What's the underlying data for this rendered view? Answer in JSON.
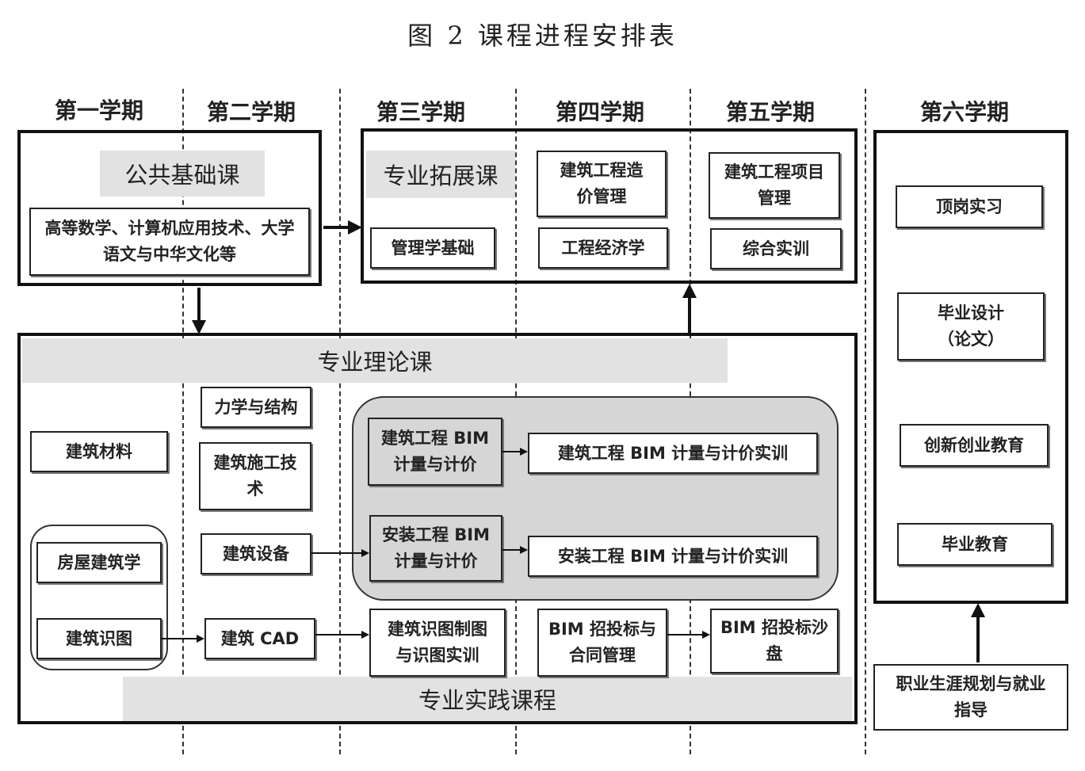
{
  "title": "图 2  课程进程安排表",
  "semesters": [
    "第一学期",
    "第二学期",
    "第三学期",
    "第四学期",
    "第五学期",
    "第六学期"
  ],
  "public_course": {
    "label": "公共基础课",
    "content": "高等数学、计算机应用技术、大学\n语文与中华文化等"
  },
  "extension": {
    "label": "专业拓展课",
    "courses": [
      "管理学基础",
      "建筑工程造\n价管理",
      "工程经济学",
      "建筑工程项目\n管理",
      "综合实训"
    ]
  },
  "theory": {
    "label": "专业理论课",
    "courses": [
      "建筑材料",
      "房屋建筑学",
      "建筑识图",
      "力学与结构",
      "建筑施工技\n术",
      "建筑设备",
      "建筑 CAD"
    ]
  },
  "bim": {
    "courses": [
      "建筑工程 BIM\n计量与计价",
      "建筑工程 BIM 计量与计价实训",
      "安装工程 BIM\n计量与计价",
      "安装工程 BIM 计量与计价实训"
    ]
  },
  "practice": {
    "label": "专业实践课程",
    "courses": [
      "建筑识图制图\n与识图实训",
      "BIM 招投标与\n合同管理",
      "BIM 招投标沙\n盘"
    ]
  },
  "sixth": {
    "courses": [
      "顶岗实习",
      "毕业设计\n（论文）",
      "创新创业教育",
      "毕业教育"
    ],
    "career": "职业生涯规划与就业\n指导"
  }
}
